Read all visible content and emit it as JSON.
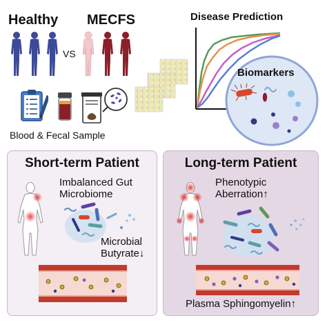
{
  "top": {
    "healthy_label": "Healthy",
    "vs_label": "VS",
    "mecfs_label": "MECFS",
    "sample_label": "Blood & Fecal Sample",
    "prediction_title": "Disease Prediction",
    "biomarkers_label": "Biomarkers"
  },
  "short_term": {
    "title": "Short-term Patient",
    "microbiome_label": "Imbalanced Gut\nMicrobiome",
    "butyrate_label": "Microbial\nButyrate↓"
  },
  "long_term": {
    "title": "Long-term Patient",
    "phenotypic_label": "Phenotypic\nAberration↑",
    "sphingomyelin_label": "Plasma Sphingomyelin↑"
  },
  "colors": {
    "healthy_figure": "#3d4a99",
    "mecfs_light": "#f2c9cc",
    "mecfs_dark": "#8c1f2a",
    "short_panel_bg": "#f4eef5",
    "long_panel_bg": "#e5d8e5",
    "panel_border": "#c9b4c9",
    "roc_green": "#5a9a5a",
    "roc_orange": "#e4914d",
    "roc_magenta": "#c45fc4",
    "roc_blue": "#5a7ed6",
    "roc_purple": "#9a6fd6"
  },
  "icons": [
    "body-figure-icon",
    "clipboard-icon",
    "blood-tube-icon",
    "stool-container-icon",
    "bacteria-icon",
    "heatmap-icon"
  ]
}
